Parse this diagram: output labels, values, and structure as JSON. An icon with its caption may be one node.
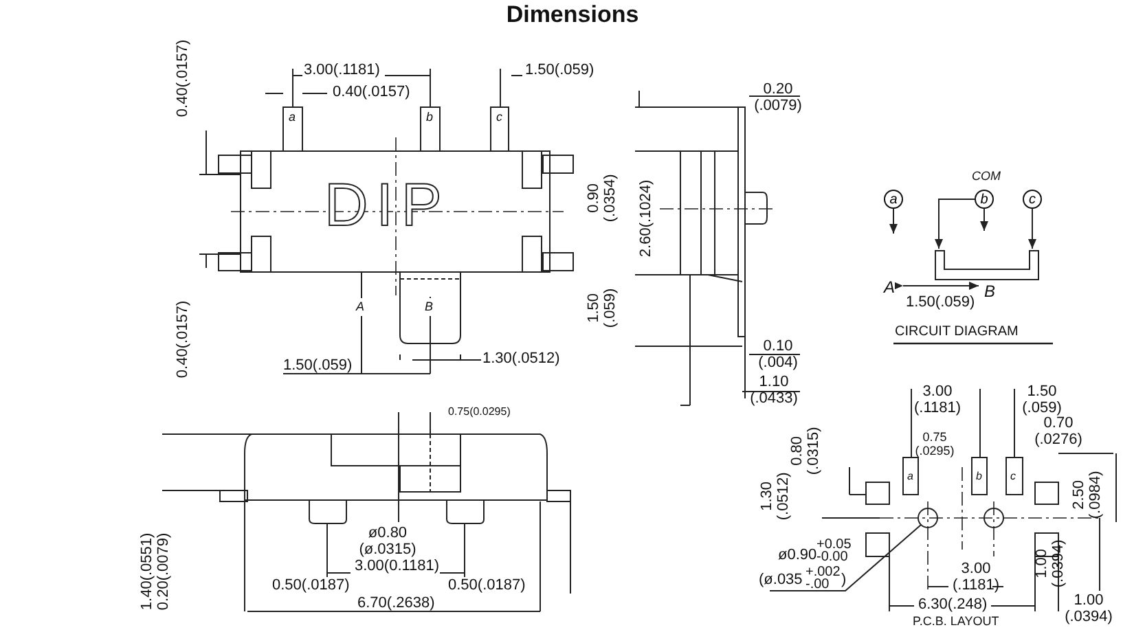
{
  "diagram": {
    "title": "Dimensions",
    "nodes": [
      {
        "text": [
          "a"
        ]
      },
      {
        "text": [
          "b"
        ],
        "beside": [
          "COM"
        ]
      },
      {
        "text": [
          "c"
        ]
      },
      {
        "text": [],
        "shape": "box"
      }
    ],
    "edges": [
      {
        "from": 0,
        "to": null,
        "arrow": "to"
      },
      {
        "from": 1,
        "to": null,
        "arrow": "to"
      },
      {
        "from": 1,
        "to": 3,
        "arrow": "to"
      },
      {
        "from": 2,
        "to": 3,
        "arrow": "to"
      }
    ],
    "labels": [
      "0.40(.0157)",
      "3.00(.1181)",
      "0.40(.0157)",
      "1.50(.059)",
      "a",
      "b",
      "c",
      "DIP",
      "A",
      "B",
      "0.40(.0157)",
      "1.50(.059)",
      "1.30(.0512)",
      "0.20 (.0079)",
      "0.90 (.0354)",
      "2.60(.1024)",
      "1.50 (.059)",
      "0.10 (.004)",
      "1.10 (.0433)",
      "A",
      "B",
      "1.50(.059)",
      "CIRCUIT DIAGRAM",
      "0.75(0.0295)",
      "ø0.80 (ø.0315)",
      "3.00(0.1181)",
      "1.40(.0551)",
      "0.20(.0079)",
      "0.50(.0187)",
      "0.50(.0187)",
      "6.70(.2638)",
      "3.00 (.1181)",
      "1.50 (.059)",
      "0.80 (.0315)",
      "0.75 (.0295)",
      "0.70 (.0276)",
      "1.30 (.0512)",
      "a",
      "b",
      "c",
      "2.50 (.0984)",
      "ø0.90",
      "+0.05",
      "-0.00",
      "(ø.035",
      "+.002",
      "-.00",
      ")",
      "1.00 (.0394)",
      "3.00 (.1181)",
      "6.30(.248)",
      "1.00 (.0394)",
      "P.C.B. LAYOUT"
    ]
  }
}
